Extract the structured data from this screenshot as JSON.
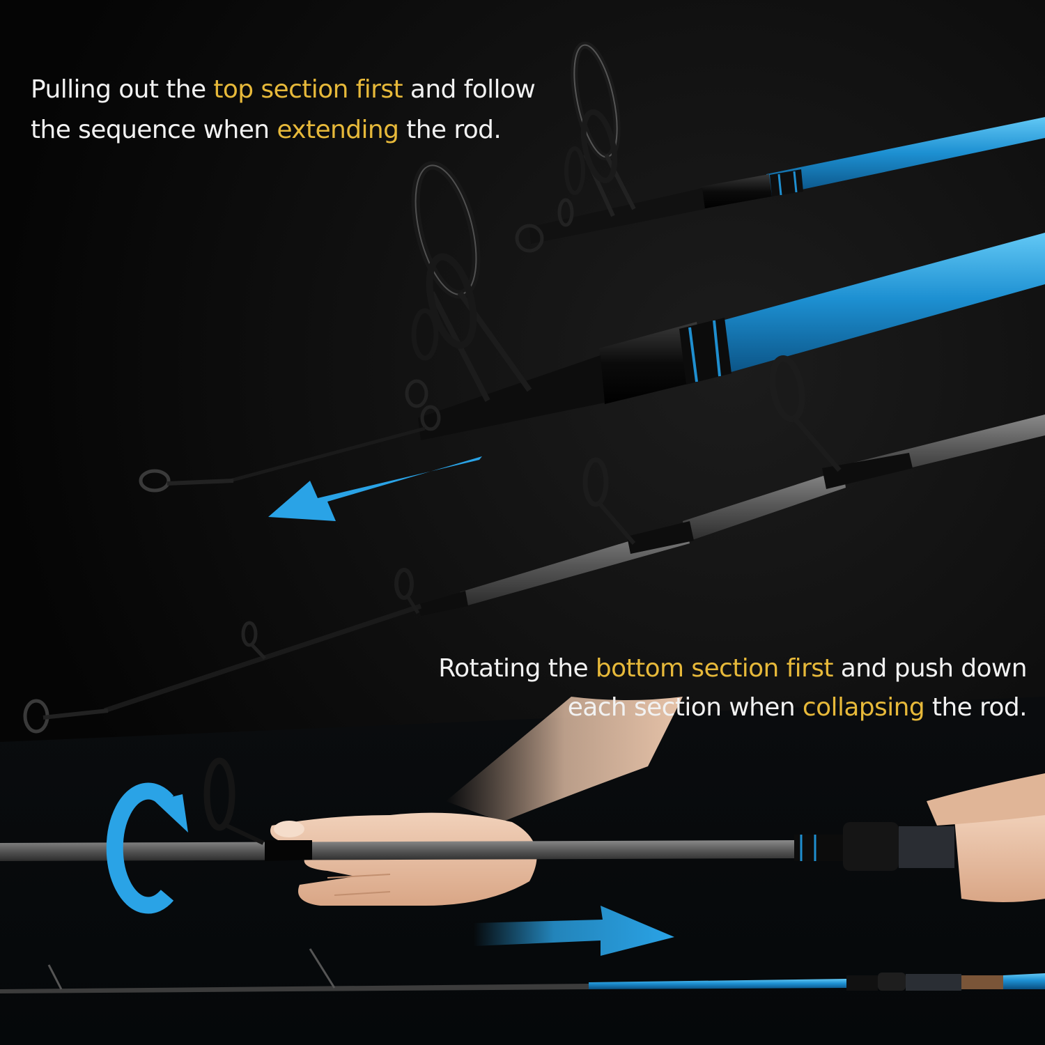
{
  "captions": {
    "extend": {
      "line1_a": "Pulling out the ",
      "line1_b": "top section first",
      "line1_c": " and follow",
      "line2_a": "the sequence when ",
      "line2_b": "extending",
      "line2_c": " the rod."
    },
    "collapse": {
      "line1_a": "Rotating the ",
      "line1_b": "bottom section first",
      "line1_c": " and  push down",
      "line2_a": "each section when ",
      "line2_b": "collapsing",
      "line2_c": " the rod."
    }
  },
  "colors": {
    "background": "#070707",
    "text": "#f2f2f2",
    "highlight": "#e7b93a",
    "rod_blue": "#1f8fd0",
    "arrow_blue": "#2aa3e6",
    "blank_gray": "#5a5a5a",
    "skin": "#e9c3a6"
  },
  "icons": [
    "extend-arrow-icon",
    "rotate-icon",
    "collapse-arrow-icon"
  ]
}
